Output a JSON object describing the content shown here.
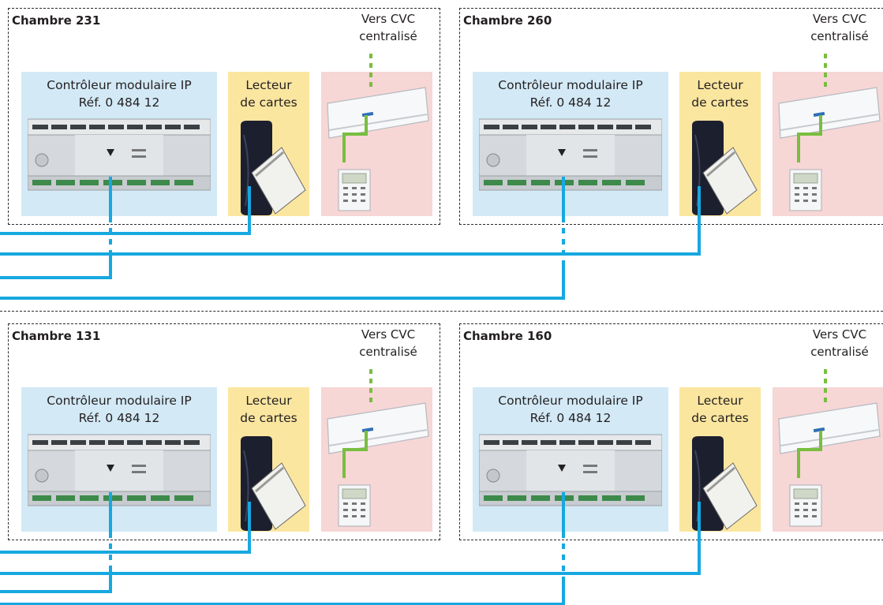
{
  "rooms": [
    {
      "name": "Chambre 231",
      "vers": "Vers CVC",
      "central": "centralisé",
      "ctrl_line1": "Contrôleur modulaire IP",
      "ctrl_line2": "Réf. 0 484 12",
      "reader_line1": "Lecteur",
      "reader_line2": "de cartes"
    },
    {
      "name": "Chambre 260",
      "vers": "Vers CVC",
      "central": "centralisé",
      "ctrl_line1": "Contrôleur modulaire IP",
      "ctrl_line2": "Réf. 0 484 12",
      "reader_line1": "Lecteur",
      "reader_line2": "de cartes"
    },
    {
      "name": "Chambre 131",
      "vers": "Vers CVC",
      "central": "centralisé",
      "ctrl_line1": "Contrôleur modulaire IP",
      "ctrl_line2": "Réf. 0 484 12",
      "reader_line1": "Lecteur",
      "reader_line2": "de cartes"
    },
    {
      "name": "Chambre 160",
      "vers": "Vers CVC",
      "central": "centralisé",
      "ctrl_line1": "Contrôleur modulaire IP",
      "ctrl_line2": "Réf. 0 484 12",
      "reader_line1": "Lecteur",
      "reader_line2": "de cartes"
    }
  ],
  "colors": {
    "ip_wire": "#16a8e0",
    "hvac_wire": "#79be3f",
    "controller_panel": "#d3e9f6",
    "reader_panel": "#fbe6a0",
    "hvac_panel": "#f7d6d6"
  },
  "icons": {
    "controller": "din-rail-controller-icon",
    "reader": "card-reader-icon",
    "ac": "split-air-conditioner-icon",
    "thermostat": "thermostat-icon"
  }
}
